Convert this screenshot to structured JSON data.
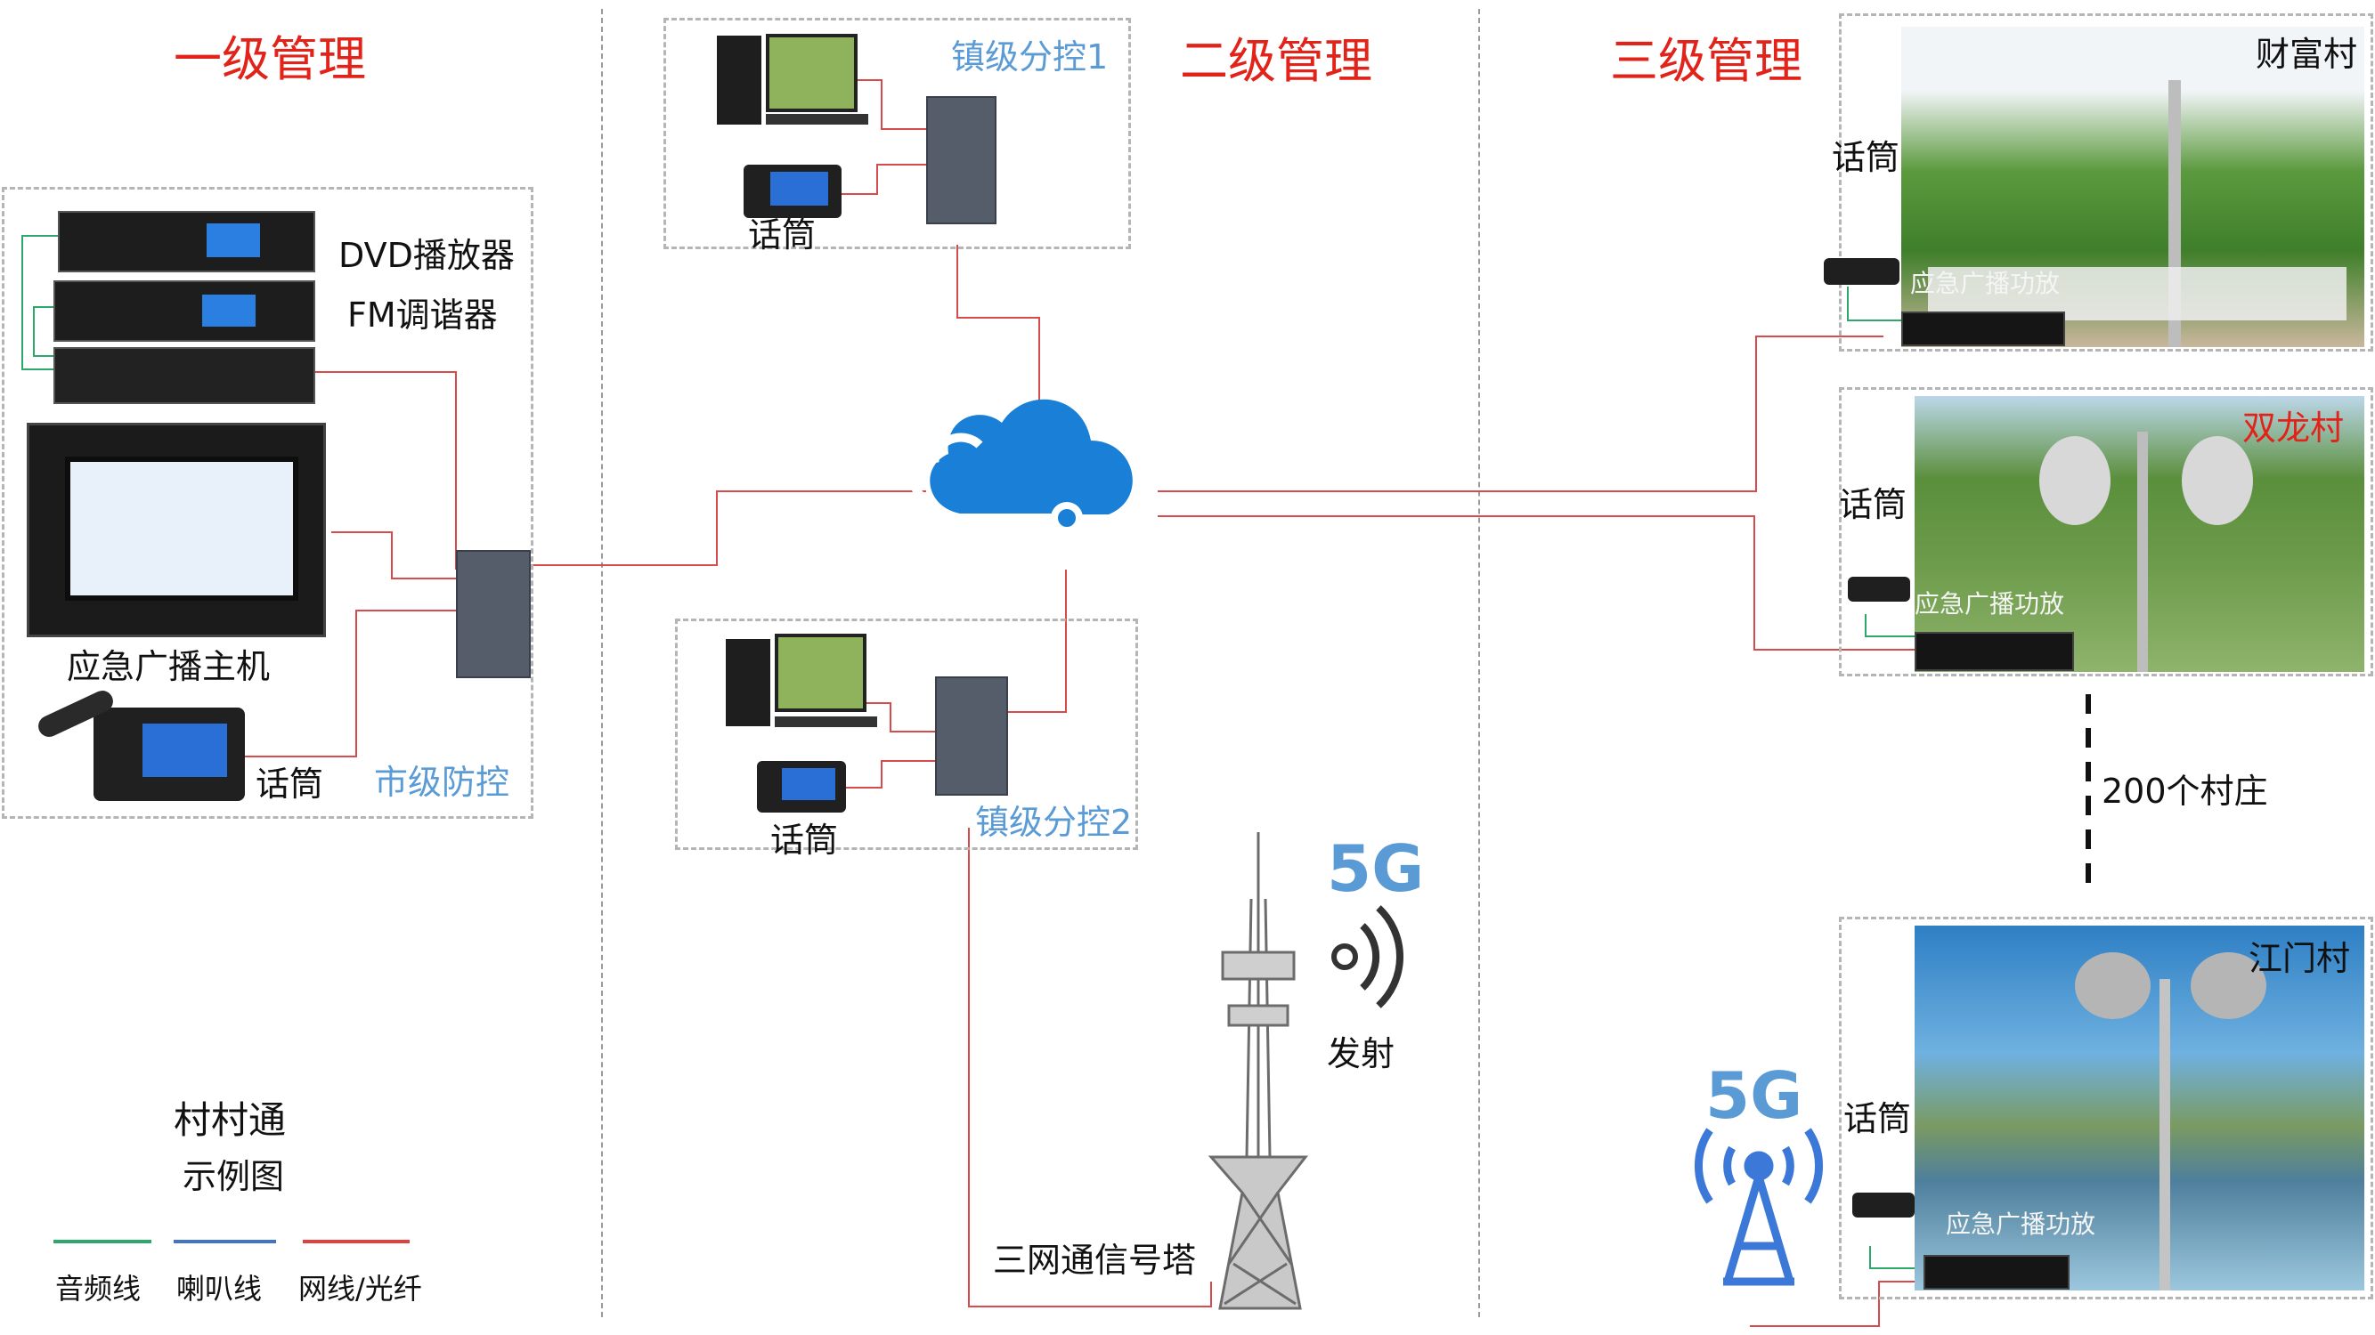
{
  "headers": {
    "level1": "一级管理",
    "level2": "二级管理",
    "level3": "三级管理"
  },
  "city": {
    "dvd_label": "DVD播放器",
    "fm_label": "FM调谐器",
    "host_label": "应急广播主机",
    "mic_label": "话筒",
    "area_label": "市级防控"
  },
  "town1": {
    "label": "镇级分控1",
    "mic_label": "话筒"
  },
  "town2": {
    "label": "镇级分控2",
    "mic_label": "话筒"
  },
  "tower": {
    "fiveg": "5G",
    "emit_label": "发射",
    "tower_label": "三网通信号塔"
  },
  "villages": [
    {
      "name": "财富村",
      "mic_label": "话筒",
      "amp_label": "应急广播功放"
    },
    {
      "name": "双龙村",
      "mic_label": "话筒",
      "amp_label": "应急广播功放"
    },
    {
      "name": "江门村",
      "mic_label": "话筒",
      "amp_label": "应急广播功放"
    }
  ],
  "village_count": "200个村庄",
  "fiveg_village": "5G",
  "legend": {
    "title": "村村通",
    "subtitle": "示例图",
    "items": [
      {
        "label": "音频线",
        "color": "#2ca86b"
      },
      {
        "label": "喇叭线",
        "color": "#4472c4"
      },
      {
        "label": "网线/光纤",
        "color": "#e04040"
      }
    ]
  },
  "colors": {
    "audio": "#2ca86b",
    "speaker": "#4472c4",
    "network": "#d64b4b",
    "title": "#e2231a",
    "accent": "#5b9bd5",
    "cloud": "#1a7fd6"
  }
}
